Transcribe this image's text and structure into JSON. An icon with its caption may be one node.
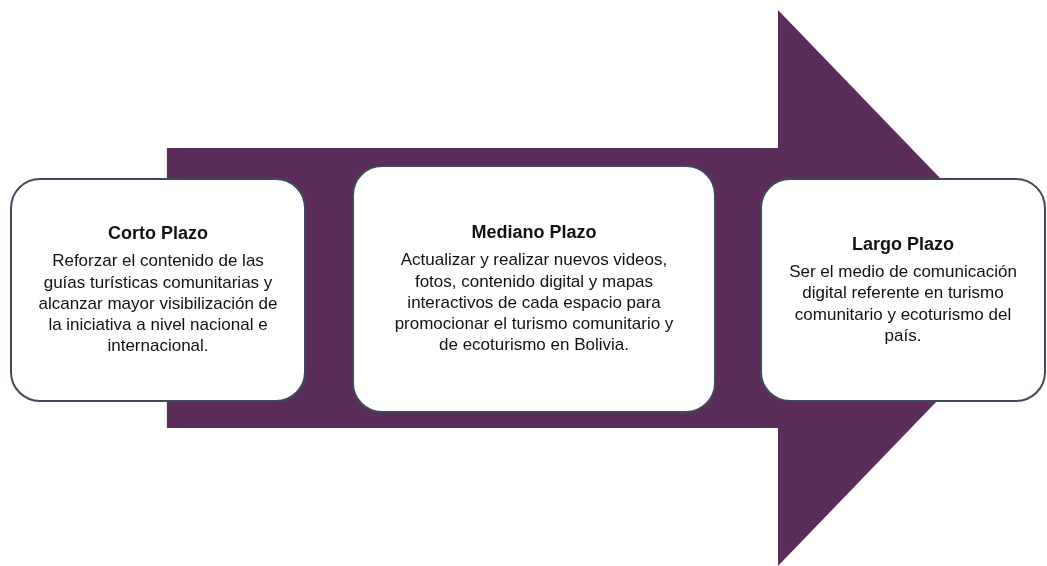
{
  "diagram": {
    "nodes": [
      {
        "text": [
          "Corto Plazo",
          "Reforzar el contenido de las guías turísticas comunitarias y alcanzar mayor visibilización de la iniciativa a nivel nacional e internacional."
        ]
      },
      {
        "text": [
          "Mediano Plazo",
          "Actualizar y realizar nuevos videos, fotos, contenido digital y mapas interactivos de cada espacio para promocionar el turismo comunitario y de ecoturismo en Bolivia."
        ]
      },
      {
        "text": [
          "Largo Plazo",
          "Ser el medio de comunicación digital referente en turismo comunitario y ecoturismo del país."
        ]
      }
    ],
    "edges": [
      {
        "from": 0,
        "to": 2,
        "arrow": "to"
      }
    ]
  }
}
